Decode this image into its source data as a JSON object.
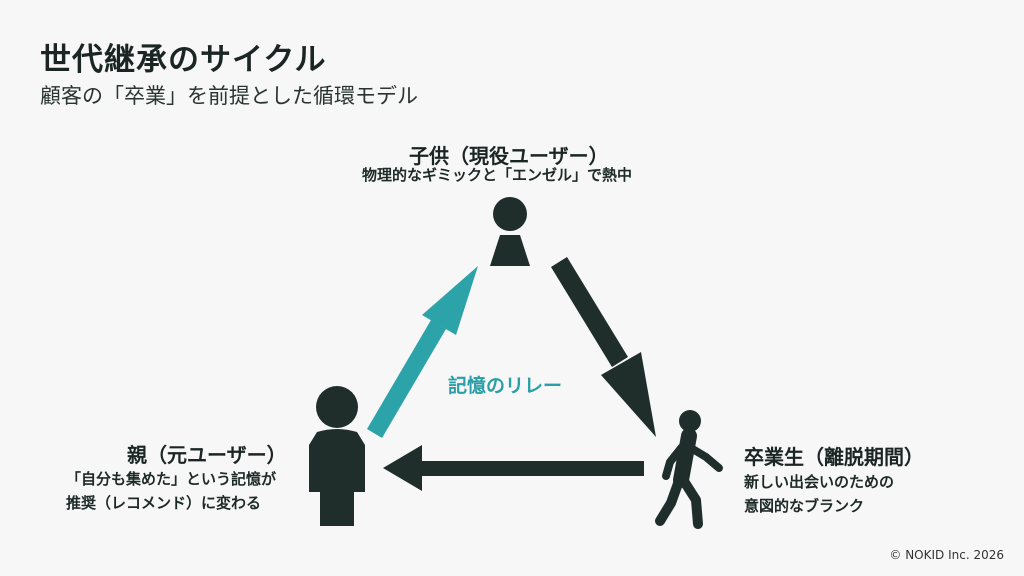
{
  "header": {
    "title": "世代継承のサイクル",
    "subtitle": "顧客の「卒業」を前提とした循環モデル"
  },
  "nodes": {
    "child": {
      "title": "子供（現役ユーザー）",
      "desc": [
        "物理的なギミックと「エンゼル」で熱中"
      ]
    },
    "graduate": {
      "title": "卒業生（離脱期間）",
      "desc": [
        "新しい出会いのための",
        "意図的なブランク"
      ]
    },
    "parent": {
      "title": "親（元ユーザー）",
      "desc": [
        "「自分も集めた」という記憶が",
        "推奨（レコメンド）に変わる"
      ]
    }
  },
  "center_label": "記憶のリレー",
  "footer": {
    "copyright": "© NOKID Inc. 2026"
  },
  "colors": {
    "dark": "#1f2e2b",
    "accent": "#2ca3a9",
    "background": "#f6f7f6"
  },
  "icons": [
    "child-person-icon",
    "walking-person-icon",
    "parent-person-icon"
  ]
}
